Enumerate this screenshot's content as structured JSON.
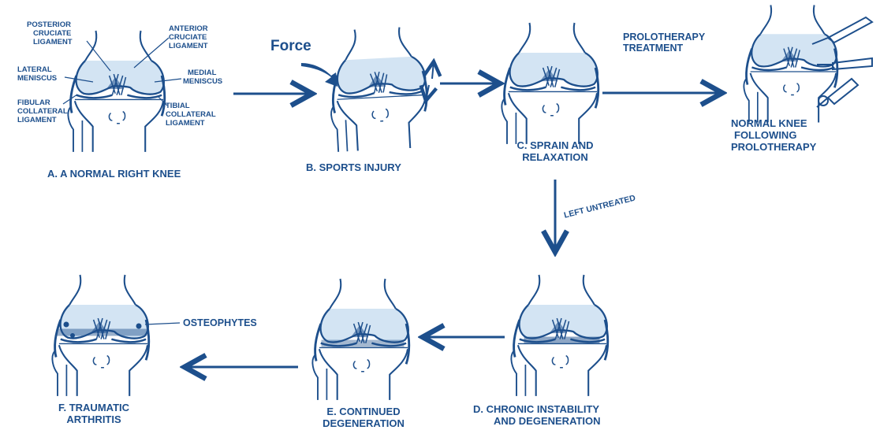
{
  "colors": {
    "ink": "#1d4f8c",
    "fill": "#d3e4f3"
  },
  "labels": {
    "posterior_cruciate": [
      "Posterior",
      "cruciate",
      "ligament"
    ],
    "anterior_cruciate": [
      "Anterior",
      "cruciate",
      "ligament"
    ],
    "lateral_meniscus": [
      "Lateral",
      "meniscus"
    ],
    "medial_meniscus": [
      "Medial",
      "meniscus"
    ],
    "fibular_collateral": [
      "Fibular",
      "collateral",
      "ligament"
    ],
    "tibial_collateral": [
      "Tibial",
      "collateral",
      "ligament"
    ],
    "force": "Force",
    "prolotherapy_treatment": [
      "Prolotherapy",
      "Treatment"
    ],
    "left_untreated": "Left Untreated",
    "osteophytes": "Osteophytes"
  },
  "captions": {
    "a": "A. A normal right knee",
    "b": "B. Sports Injury",
    "c": [
      "C. Sprain and",
      "relaxation"
    ],
    "normal_after": [
      "Normal knee",
      "following",
      "Prolotherapy"
    ],
    "d": [
      "D. Chronic instability",
      "and degeneration"
    ],
    "e": [
      "E. Continued",
      "degeneration"
    ],
    "f": [
      "F. Traumatic",
      "arthritis"
    ]
  }
}
